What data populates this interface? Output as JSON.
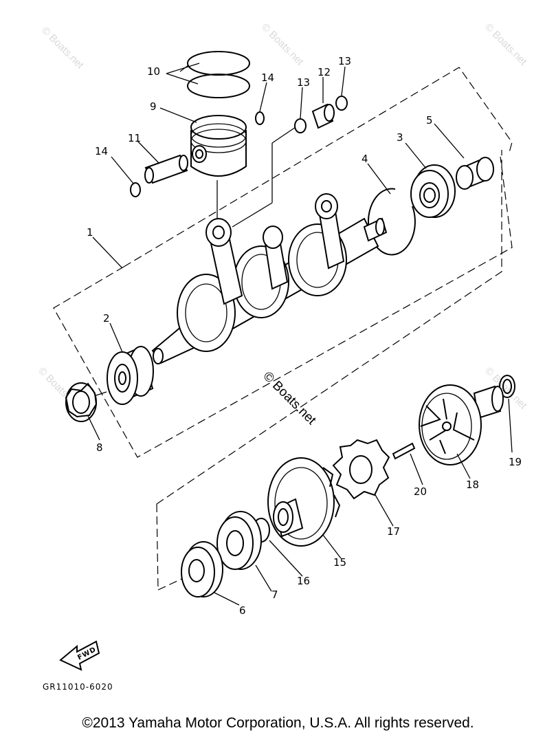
{
  "watermarks": {
    "center": "© Boats.net",
    "corner": "© Boats.net"
  },
  "callouts": [
    "1",
    "2",
    "3",
    "4",
    "5",
    "6",
    "7",
    "8",
    "9",
    "10",
    "11",
    "12",
    "13",
    "13",
    "14",
    "14",
    "15",
    "16",
    "17",
    "18",
    "19",
    "20"
  ],
  "diagram_code": "GR11010-6020",
  "fwd_label": "FWD",
  "copyright": "©2013 Yamaha Motor Corporation, U.S.A. All rights reserved."
}
